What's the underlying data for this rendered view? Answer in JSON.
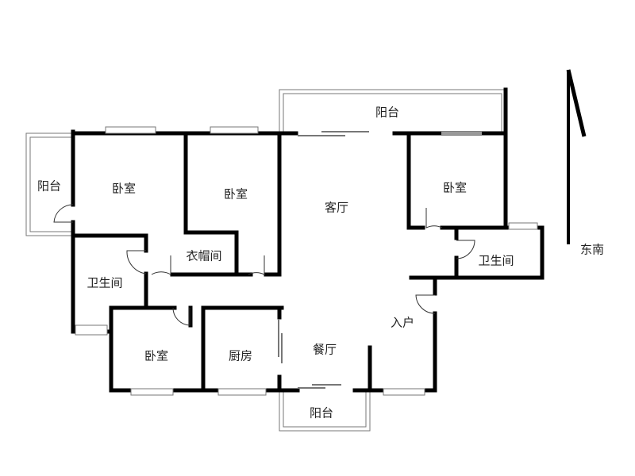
{
  "rooms": {
    "balcony_left": "阳台",
    "bedroom_1": "卧室",
    "bedroom_2": "卧室",
    "cloakroom": "衣帽间",
    "bathroom_left": "卫生间",
    "bedroom_3": "卧室",
    "kitchen": "厨房",
    "living_room": "客厅",
    "balcony_top": "阳台",
    "bedroom_4": "卧室",
    "bathroom_right": "卫生间",
    "entrance": "入户",
    "dining_room": "餐厅",
    "balcony_bottom": "阳台"
  },
  "compass": {
    "label": "东南"
  },
  "colors": {
    "wall": "#000000",
    "thin_line": "#777777",
    "window": "#999999"
  }
}
